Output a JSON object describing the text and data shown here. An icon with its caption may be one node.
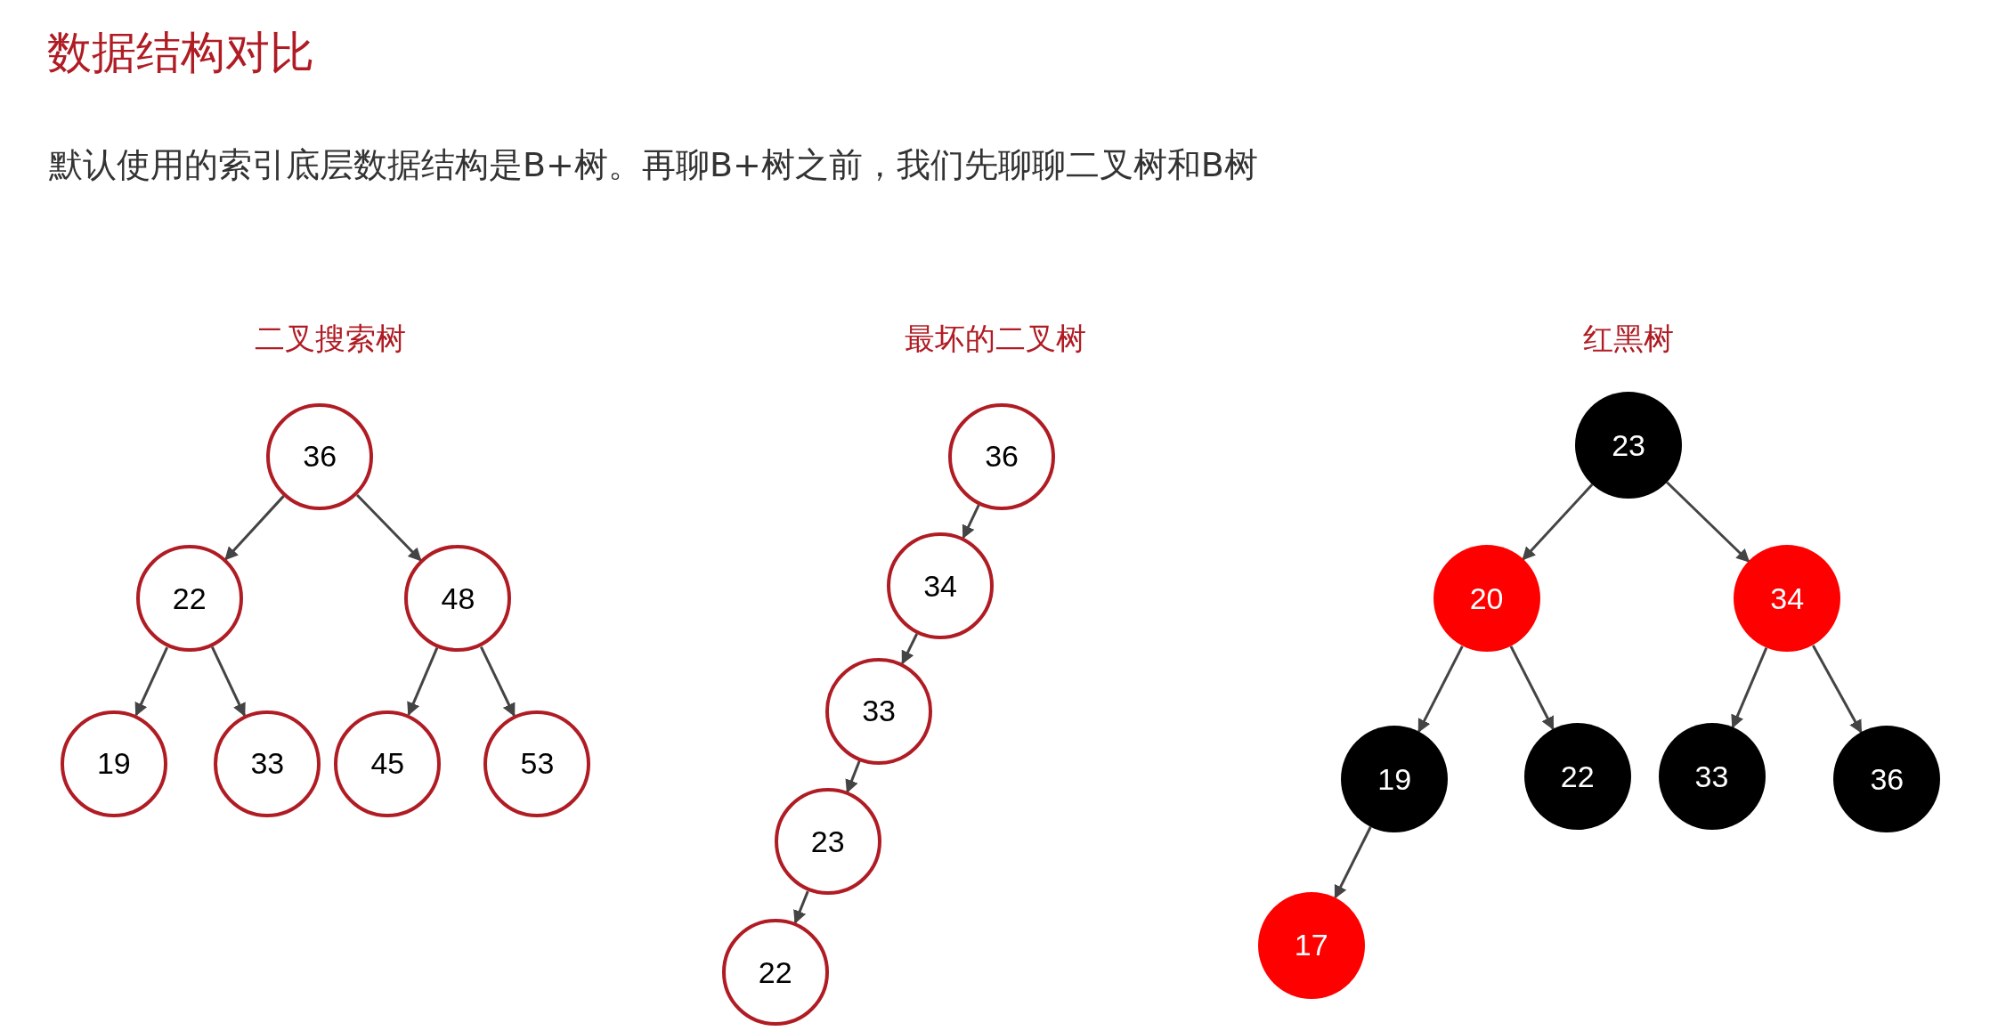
{
  "diagram": {
    "title": "数据结构对比",
    "labels": [
      "默认使用的索引底层数据结构是B+树。再聊B+树之前，我们先聊聊二叉树和B树",
      "二叉搜索树",
      "最坏的二叉树",
      "红黑树"
    ],
    "nodes": [
      {
        "text": [
          "36"
        ]
      },
      {
        "text": [
          "22"
        ]
      },
      {
        "text": [
          "48"
        ]
      },
      {
        "text": [
          "19"
        ]
      },
      {
        "text": [
          "33"
        ]
      },
      {
        "text": [
          "45"
        ]
      },
      {
        "text": [
          "53"
        ]
      },
      {
        "text": [
          "36"
        ]
      },
      {
        "text": [
          "34"
        ]
      },
      {
        "text": [
          "33"
        ]
      },
      {
        "text": [
          "23"
        ]
      },
      {
        "text": [
          "22"
        ]
      },
      {
        "text": [
          "23"
        ]
      },
      {
        "text": [
          "20"
        ]
      },
      {
        "text": [
          "34"
        ]
      },
      {
        "text": [
          "19"
        ]
      },
      {
        "text": [
          "22"
        ]
      },
      {
        "text": [
          "33"
        ]
      },
      {
        "text": [
          "36"
        ]
      },
      {
        "text": [
          "17"
        ]
      }
    ],
    "edges": [
      {
        "from": 0,
        "to": 1,
        "arrow": "to"
      },
      {
        "from": 0,
        "to": 2,
        "arrow": "to"
      },
      {
        "from": 1,
        "to": 3,
        "arrow": "to"
      },
      {
        "from": 1,
        "to": 4,
        "arrow": "to"
      },
      {
        "from": 2,
        "to": 5,
        "arrow": "to"
      },
      {
        "from": 2,
        "to": 6,
        "arrow": "to"
      },
      {
        "from": 7,
        "to": 8,
        "arrow": "to"
      },
      {
        "from": 8,
        "to": 9,
        "arrow": "to"
      },
      {
        "from": 9,
        "to": 10,
        "arrow": "to"
      },
      {
        "from": 10,
        "to": 11,
        "arrow": "to"
      },
      {
        "from": 12,
        "to": 13,
        "arrow": "to"
      },
      {
        "from": 12,
        "to": 14,
        "arrow": "to"
      },
      {
        "from": 13,
        "to": 15,
        "arrow": "to"
      },
      {
        "from": 13,
        "to": 16,
        "arrow": "to"
      },
      {
        "from": 14,
        "to": 17,
        "arrow": "to"
      },
      {
        "from": 14,
        "to": 18,
        "arrow": "to"
      },
      {
        "from": 15,
        "to": 19,
        "arrow": "to"
      }
    ]
  }
}
